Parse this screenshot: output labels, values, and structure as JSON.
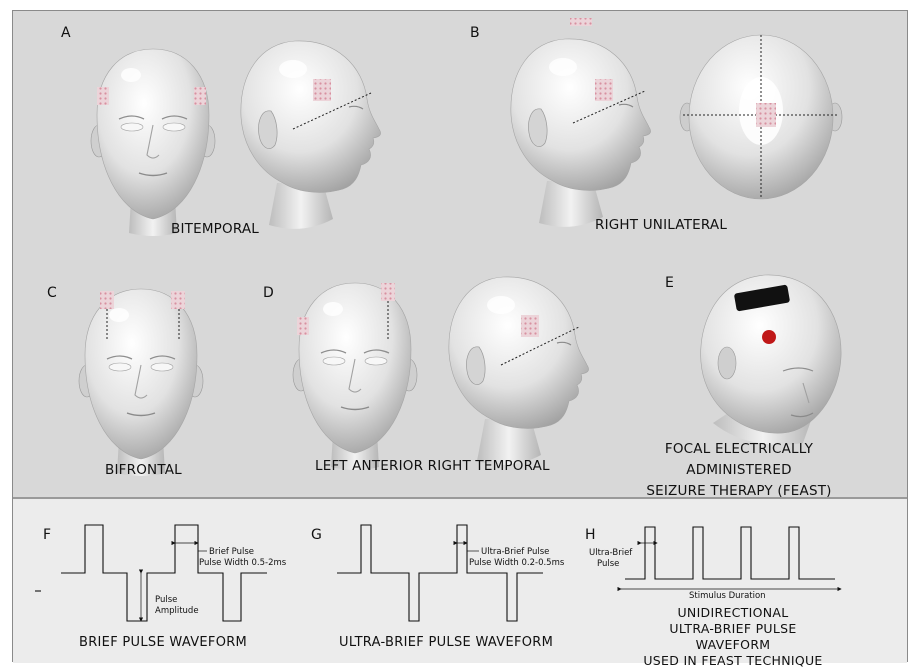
{
  "panels": {
    "A": {
      "letter": "A",
      "caption": "BITEMPORAL"
    },
    "B": {
      "letter": "B",
      "caption": "RIGHT UNILATERAL"
    },
    "C": {
      "letter": "C",
      "caption": "BIFRONTAL"
    },
    "D": {
      "letter": "D",
      "caption": "LEFT ANTERIOR RIGHT TEMPORAL"
    },
    "E": {
      "letter": "E",
      "caption_line1": "FOCAL ELECTRICALLY ADMINISTERED",
      "caption_line2": "SEIZURE THERAPY (FEAST)"
    }
  },
  "waveforms": {
    "F": {
      "letter": "F",
      "caption": "BRIEF PULSE WAVEFORM",
      "note1": "Brief Pulse",
      "note2": "Pulse Width 0.5-2ms",
      "note3": "Pulse",
      "note4": "Amplitude"
    },
    "G": {
      "letter": "G",
      "caption": "ULTRA-BRIEF PULSE WAVEFORM",
      "note1": "Ultra-Brief Pulse",
      "note2": "Pulse Width 0.2-0.5ms"
    },
    "H": {
      "letter": "H",
      "caption_line1": "UNIDIRECTIONAL",
      "caption_line2": "ULTRA-BRIEF PULSE WAVEFORM",
      "caption_line3": "USED IN FEAST TECHNIQUE",
      "note1": "Ultra-Brief",
      "note2": "Pulse",
      "note3": "Stimulus Duration"
    }
  },
  "colors": {
    "head": "#e6e6e6",
    "electrode": "#e9c9cf",
    "feast_electrode_top": "#111111",
    "feast_electrode_dot": "#c01818"
  }
}
